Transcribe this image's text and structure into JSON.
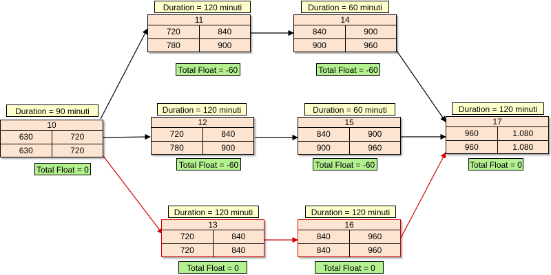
{
  "nodes": {
    "n10": {
      "id": "10",
      "duration": "Duration = 90 minuti",
      "es": "630",
      "ef": "720",
      "ls": "630",
      "lf": "720",
      "total_float": "Total Float = 0"
    },
    "n11": {
      "id": "11",
      "duration": "Duration = 120 minuti",
      "es": "720",
      "ef": "840",
      "ls": "780",
      "lf": "900",
      "total_float": "Total Float = -60"
    },
    "n12": {
      "id": "12",
      "duration": "Duration = 120 minuti",
      "es": "720",
      "ef": "840",
      "ls": "780",
      "lf": "900",
      "total_float": "Total Float = -60"
    },
    "n13": {
      "id": "13",
      "duration": "Duration = 120 minuti",
      "es": "720",
      "ef": "840",
      "ls": "720",
      "lf": "840",
      "total_float": "Total Float = 0"
    },
    "n14": {
      "id": "14",
      "duration": "Duration = 60 minuti",
      "es": "840",
      "ef": "900",
      "ls": "900",
      "lf": "960",
      "total_float": "Total Float = -60"
    },
    "n15": {
      "id": "15",
      "duration": "Duration = 60 minuti",
      "es": "840",
      "ef": "900",
      "ls": "900",
      "lf": "960",
      "total_float": "Total Float = -60"
    },
    "n16": {
      "id": "16",
      "duration": "Duration = 120 minuti",
      "es": "840",
      "ef": "960",
      "ls": "840",
      "lf": "960",
      "total_float": "Total Float = 0"
    },
    "n17": {
      "id": "17",
      "duration": "Duration = 120 minuti",
      "es": "960",
      "ef": "1.080",
      "ls": "960",
      "lf": "1.080",
      "total_float": "Total Float = 0"
    }
  },
  "edges": [
    {
      "from": "10",
      "to": "11",
      "critical": false
    },
    {
      "from": "10",
      "to": "12",
      "critical": false
    },
    {
      "from": "10",
      "to": "13",
      "critical": true
    },
    {
      "from": "11",
      "to": "14",
      "critical": false
    },
    {
      "from": "12",
      "to": "15",
      "critical": false
    },
    {
      "from": "13",
      "to": "16",
      "critical": true
    },
    {
      "from": "14",
      "to": "17",
      "critical": false
    },
    {
      "from": "15",
      "to": "17",
      "critical": false
    },
    {
      "from": "16",
      "to": "17",
      "critical": true
    }
  ],
  "colors": {
    "duration_fill": "#ffffcc",
    "table_fill": "#fce4d0",
    "float_fill": "#b3f08f",
    "critical": "#cc0000",
    "normal": "#000000"
  }
}
